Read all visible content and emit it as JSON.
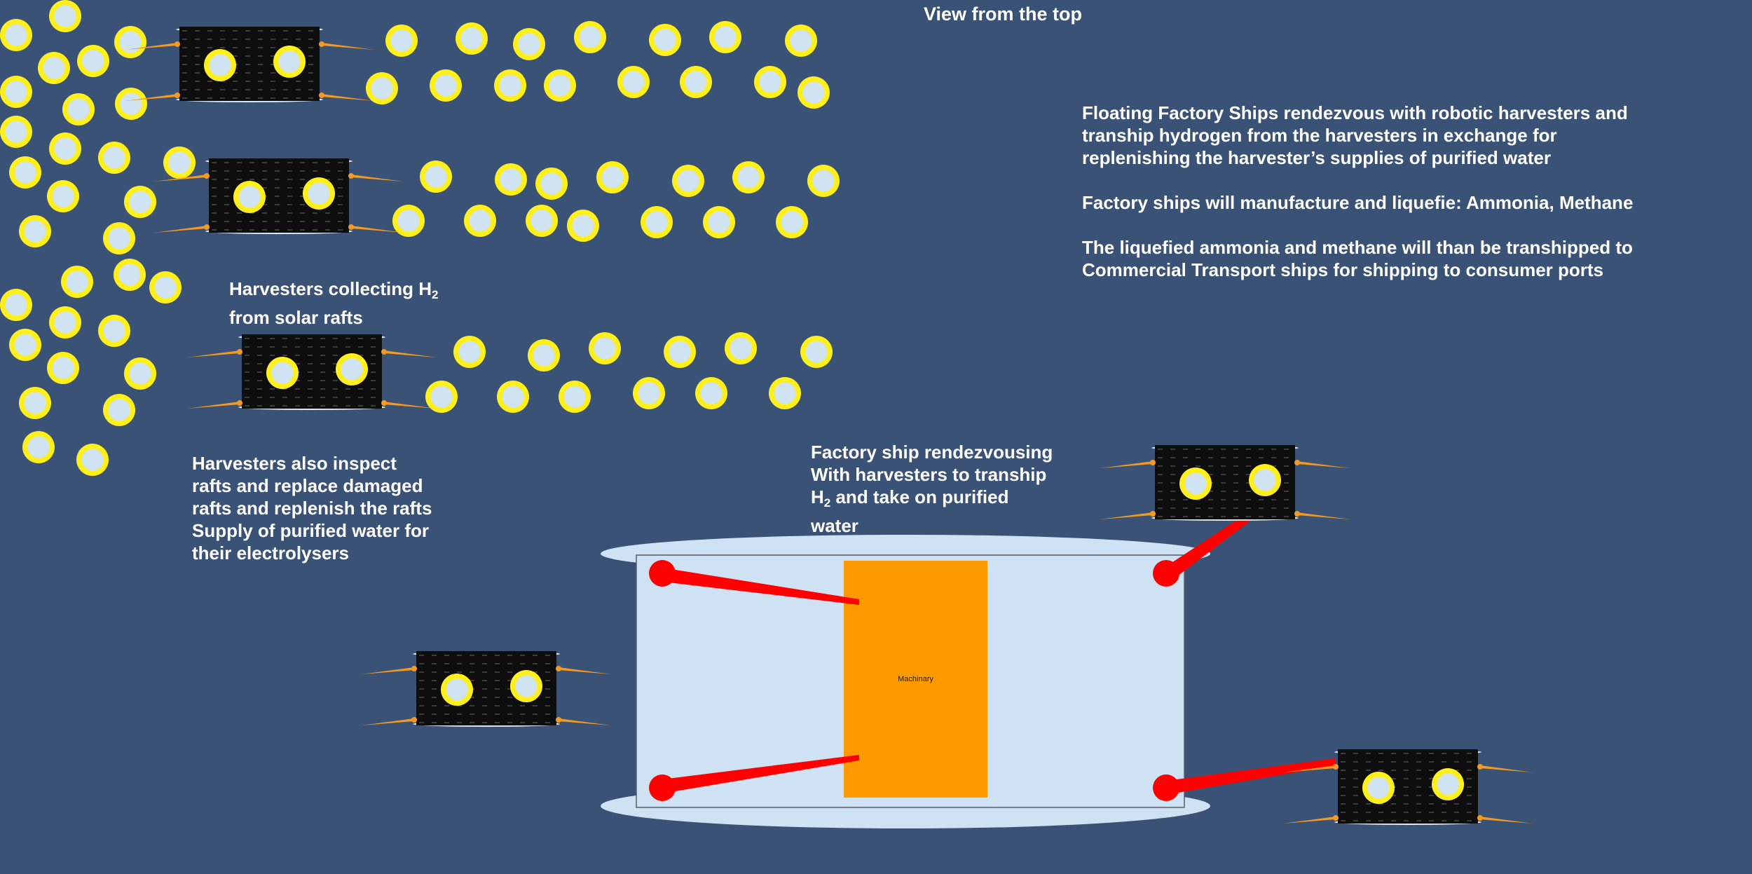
{
  "title": "View from the top",
  "info_paragraphs": [
    "Floating Factory Ships rendezvous with robotic harvesters and  tranship hydrogen from the harvesters in exchange for replenishing the harvester’s supplies of purified water",
    "Factory ships will manufacture and liquefie: Ammonia, Methane",
    "The liquefied ammonia and methane will than be transhipped to Commercial Transport ships  for shipping  to consumer ports"
  ],
  "label_collect": {
    "line1": "Harvesters collecting H",
    "line1_sub": "2",
    "line2": "from solar rafts"
  },
  "label_inspect": {
    "line1": "Harvesters also inspect",
    "line2": "rafts and replace damaged",
    "line3": "rafts and replenish the rafts",
    "line4": "Supply of purified water for",
    "line5": "their electrolysers"
  },
  "label_rendezvous": {
    "line1": "Factory ship rendezvousing",
    "line2": "With harvesters to tranship",
    "line3_pre": "H",
    "line3_sub": "2",
    "line3_post": " and take on purified",
    "line4": "water"
  },
  "machinery_label": "Machinary",
  "colors": {
    "background": "#3a5275",
    "raft_fill": "#cfe3f3",
    "raft_ring": "#ffef1a",
    "harvester_body": "#0e0e0e",
    "factory_hull": "#cfe2f3",
    "machinery": "#ff9900",
    "hose": "#ff0000",
    "antenna": "#f29a22",
    "text": "#ffffff"
  }
}
